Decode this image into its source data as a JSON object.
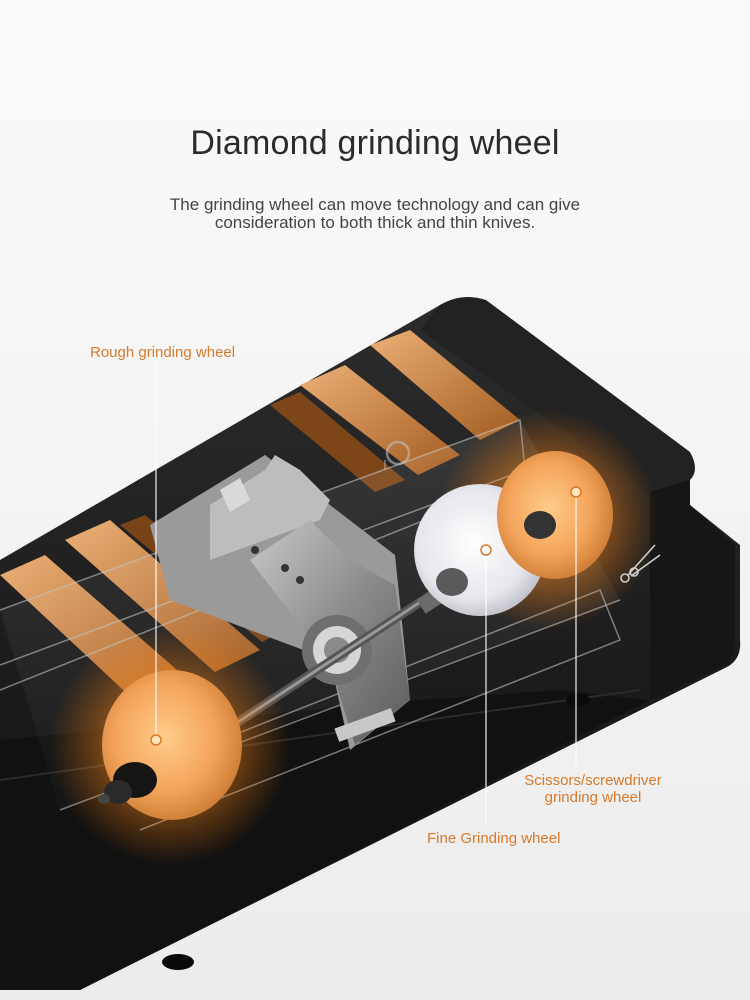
{
  "header": {
    "title": "Diamond grinding wheel",
    "subtitle_line1": "The grinding wheel can move technology and can give",
    "subtitle_line2": "consideration to both thick and thin knives."
  },
  "callouts": {
    "rough": "Rough grinding wheel",
    "fine": "Fine Grinding wheel",
    "scissors_line1": "Scissors/screwdriver",
    "scissors_line2": "grinding wheel"
  },
  "colors": {
    "accent": "#d77a2b",
    "body": "#1a1a1a",
    "wheel_orange": "#f2a050",
    "wheel_white": "#e8e8ec"
  },
  "icons": [
    "scissors-icon"
  ]
}
